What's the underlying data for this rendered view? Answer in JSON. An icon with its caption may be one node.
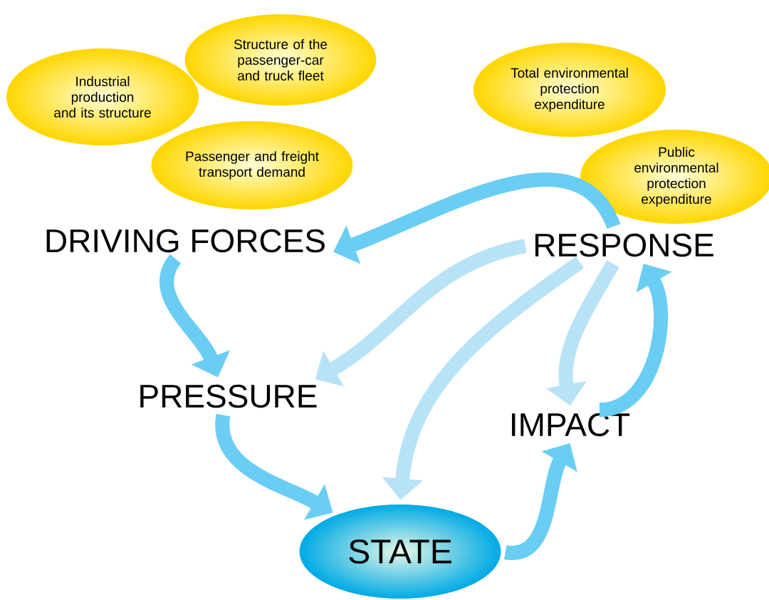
{
  "diagram": {
    "nodes": [
      {
        "text": [
          "Industrial production and its structure"
        ]
      },
      {
        "text": [
          "Structure of the passenger-car and truck fleet"
        ]
      },
      {
        "text": [
          "Passenger and freight transport demand"
        ]
      },
      {
        "text": [
          "Total environmental protection expenditure"
        ]
      },
      {
        "text": [
          "Public environmental protection expenditure"
        ]
      },
      {
        "text": [
          "DRIVING FORCES"
        ]
      },
      {
        "text": [
          "RESPONSE"
        ]
      },
      {
        "text": [
          "PRESSURE"
        ]
      },
      {
        "text": [
          "IMPACT"
        ]
      },
      {
        "text": [
          "STATE"
        ]
      }
    ],
    "edges": [
      {
        "from": 6,
        "to": 5,
        "arrow": "to"
      },
      {
        "from": 5,
        "to": 7,
        "arrow": "to"
      },
      {
        "from": 7,
        "to": 9,
        "arrow": "to"
      },
      {
        "from": 9,
        "to": 8,
        "arrow": "to"
      },
      {
        "from": 8,
        "to": 6,
        "arrow": "to"
      },
      {
        "from": 6,
        "to": 8,
        "arrow": "to",
        "color": "#b8e3f7"
      },
      {
        "from": 6,
        "to": 7,
        "arrow": "to",
        "color": "#b8e3f7"
      },
      {
        "from": 6,
        "to": 9,
        "arrow": "to",
        "color": "#b8e3f7"
      }
    ]
  }
}
